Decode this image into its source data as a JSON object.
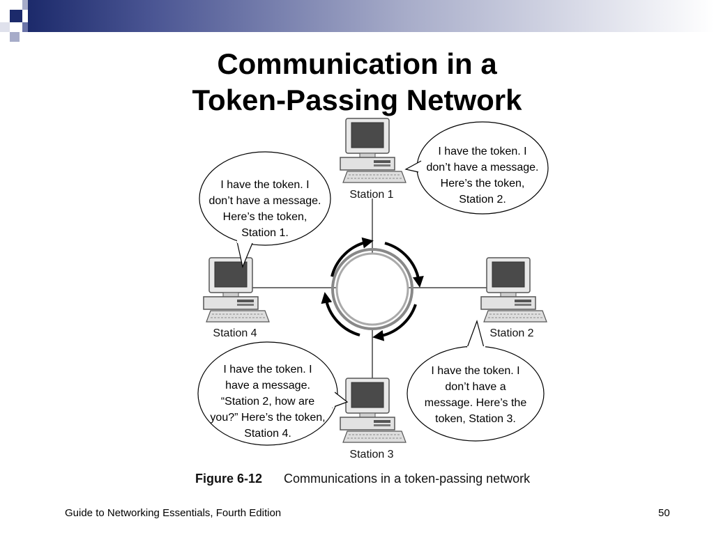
{
  "slide": {
    "title_line1": "Communication in a",
    "title_line2": "Token-Passing Network",
    "footer_left": "Guide to Networking Essentials, Fourth Edition",
    "page_number": "50"
  },
  "diagram": {
    "stations": [
      {
        "label": "Station 1"
      },
      {
        "label": "Station 2"
      },
      {
        "label": "Station 3"
      },
      {
        "label": "Station 4"
      }
    ],
    "bubbles": {
      "station1": [
        "I have the token. I",
        "don’t have a message.",
        "Here’s the token,",
        "Station 2."
      ],
      "station4": [
        "I have the token. I",
        "don’t have a message.",
        "Here’s the token,",
        "Station 1."
      ],
      "station2": [
        "I have the token. I",
        "don’t have a",
        "message. Here’s the",
        "token, Station 3."
      ],
      "station3": [
        "I have the token. I",
        "have a message.",
        "“Station 2, how are",
        "you?” Here’s the token,",
        "Station 4."
      ]
    },
    "caption_number": "Figure 6-12",
    "caption_text": "Communications in a token-passing network"
  },
  "colors": {
    "accent_dark": "#1c2a6b",
    "accent_mid": "#6b74a8"
  }
}
